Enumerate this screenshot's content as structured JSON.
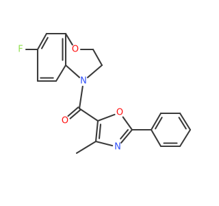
{
  "molecule": {
    "atoms": [
      {
        "key": "F",
        "symbol": "F",
        "color": "#90E050"
      },
      {
        "key": "O1",
        "symbol": "O",
        "color": "#FF0D0D"
      },
      {
        "key": "N1",
        "symbol": "N",
        "color": "#3050F8"
      },
      {
        "key": "O2",
        "symbol": "O",
        "color": "#FF0D0D"
      },
      {
        "key": "O3",
        "symbol": "O",
        "color": "#FF0D0D"
      },
      {
        "key": "N2",
        "symbol": "N",
        "color": "#3050F8"
      }
    ],
    "bond_color": "#3a3a3a"
  }
}
